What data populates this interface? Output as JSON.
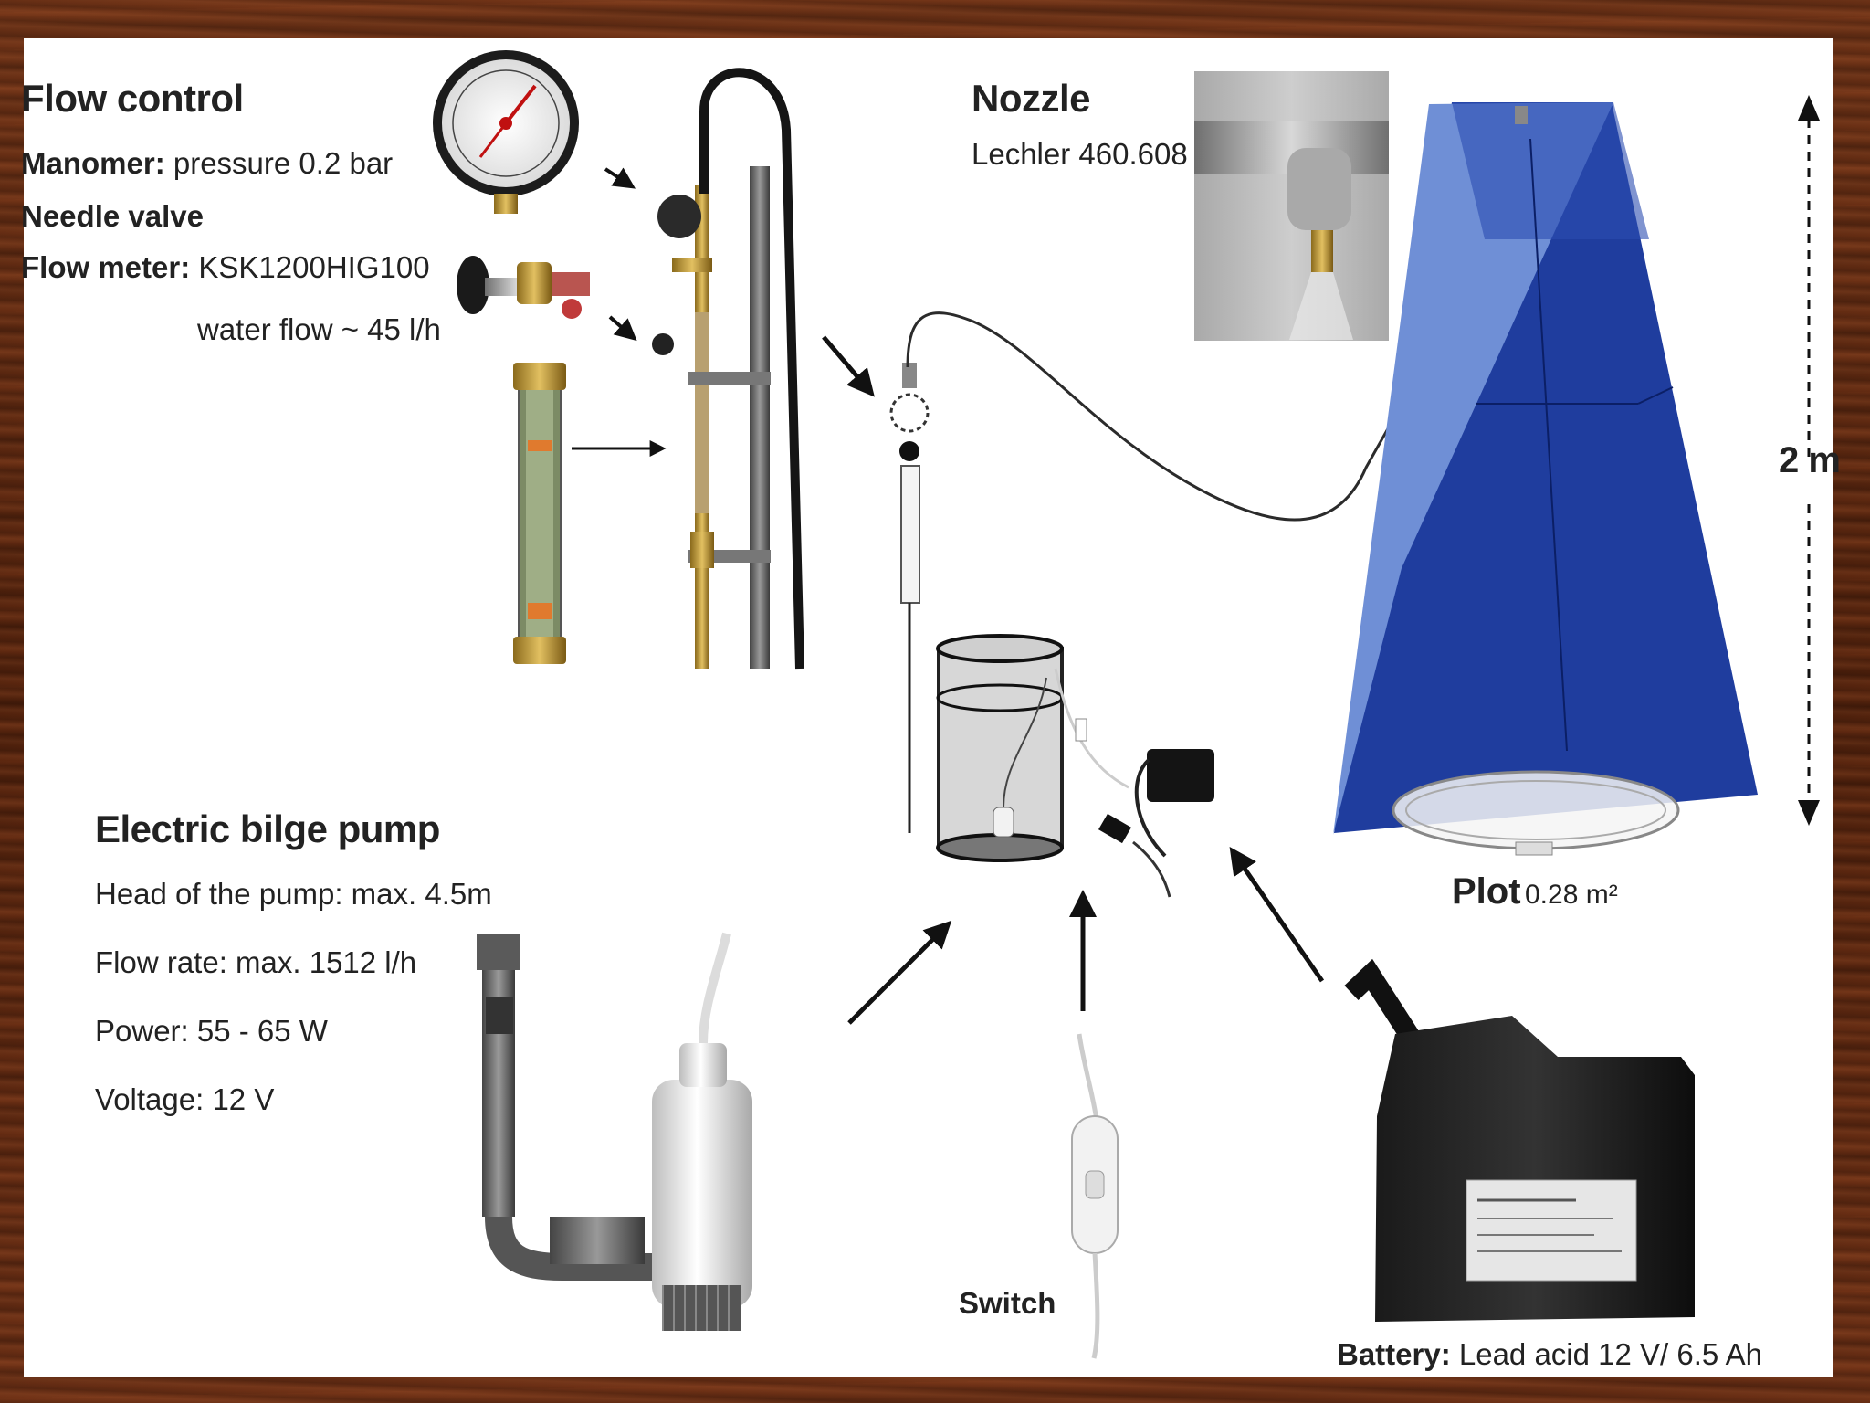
{
  "flow_control": {
    "heading": "Flow control",
    "manometer_label": "Manomer:",
    "manometer_value": "pressure 0.2 bar",
    "needle_valve": "Needle valve",
    "flow_meter_label": "Flow meter:",
    "flow_meter_value": "KSK1200HIG100",
    "water_flow": "water flow ~ 45 l/h"
  },
  "nozzle": {
    "heading": "Nozzle",
    "model": "Lechler 460.608"
  },
  "height": {
    "label": "2 m"
  },
  "plot": {
    "label": "Plot",
    "area": "0.28 m²"
  },
  "pump": {
    "heading": "Electric bilge pump",
    "head": "Head of the pump: max. 4.5m",
    "flow_rate": "Flow rate: max. 1512 l/h",
    "power": "Power: 55 - 65 W",
    "voltage": "Voltage: 12 V"
  },
  "switch": {
    "label": "Switch"
  },
  "battery": {
    "label": "Battery:",
    "value": "Lead acid 12 V/ 6.5 Ah"
  },
  "colors": {
    "tent_dark": "#1f3d9e",
    "tent_light": "#6f8fd6",
    "text": "#222222",
    "wood": "#5a2a14"
  }
}
